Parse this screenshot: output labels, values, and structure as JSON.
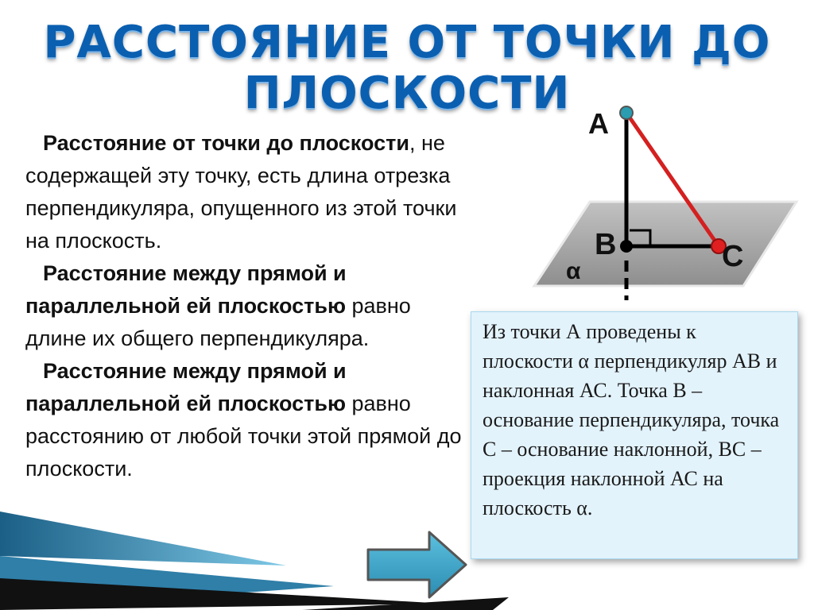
{
  "title": {
    "line1": "РАССТОЯНИЕ ОТ ТОЧКИ ДО",
    "line2": "ПЛОСКОСТИ"
  },
  "paragraphs": [
    {
      "bold": "Расстояние от точки до плоскости",
      "rest": ", не содержащей эту точку, есть длина отрезка перпендикуляра, опущенного из этой точки на плоскость."
    },
    {
      "bold": "Расстояние между прямой и параллельной ей плоскостью",
      "rest": " равно длине их общего перпендикуляра."
    },
    {
      "bold": "Расстояние между прямой и параллельной ей плоскостью",
      "rest": " равно расстоянию от любой точки этой прямой до плоскости."
    }
  ],
  "info_box": {
    "text": "Из точки А проведены к плоскости α перпендикуляр АВ и наклонная АС. Точка В – основание перпендикуляра, точка С – основание наклонной, ВС – проекция наклонной АС на плоскость α."
  },
  "diagram": {
    "point_a": "A",
    "point_b": "B",
    "point_c": "C",
    "plane": "α"
  },
  "colors": {
    "title": "#0b5fb0",
    "segment_ac": "#d42020",
    "point_a": "#2a9db0",
    "point_c": "#e02020",
    "plane": "#a8a8a8",
    "box_bg": "#e3f3fc",
    "arrow": "#3fa7c9"
  },
  "icons": {
    "next": "right-arrow-icon"
  }
}
